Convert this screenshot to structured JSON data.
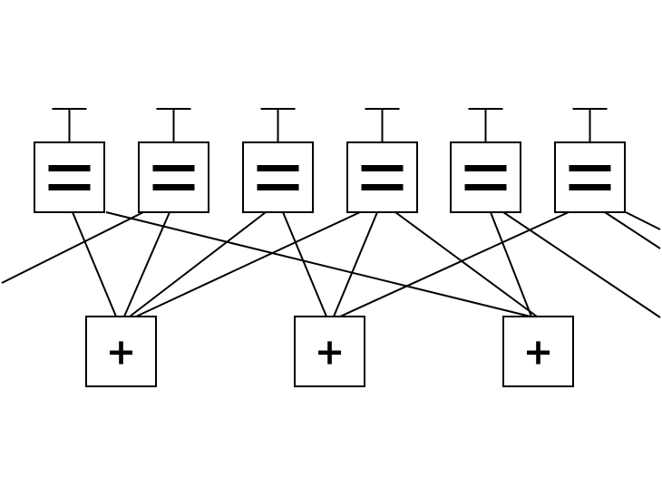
{
  "variable_nodes": [
    {
      "id": "v1",
      "symbol": "="
    },
    {
      "id": "v2",
      "symbol": "="
    },
    {
      "id": "v3",
      "symbol": "="
    },
    {
      "id": "v4",
      "symbol": "="
    },
    {
      "id": "v5",
      "symbol": "="
    },
    {
      "id": "v6",
      "symbol": "="
    }
  ],
  "check_nodes": [
    {
      "id": "c1",
      "symbol": "+"
    },
    {
      "id": "c2",
      "symbol": "+"
    },
    {
      "id": "c3",
      "symbol": "+"
    }
  ],
  "edges": [
    {
      "from": "v1",
      "to": "c1"
    },
    {
      "from": "v1",
      "to": "c3"
    },
    {
      "from": "v2",
      "to": "c1"
    },
    {
      "from": "v2",
      "to": "offscreen-left"
    },
    {
      "from": "v3",
      "to": "c1"
    },
    {
      "from": "v3",
      "to": "c2"
    },
    {
      "from": "v4",
      "to": "c1"
    },
    {
      "from": "v4",
      "to": "c2"
    },
    {
      "from": "v4",
      "to": "c3"
    },
    {
      "from": "v5",
      "to": "c3"
    },
    {
      "from": "v5",
      "to": "offscreen-right"
    },
    {
      "from": "v6",
      "to": "c2"
    },
    {
      "from": "v6",
      "to": "offscreen-right"
    },
    {
      "from": "v6",
      "to": "offscreen-right"
    }
  ]
}
